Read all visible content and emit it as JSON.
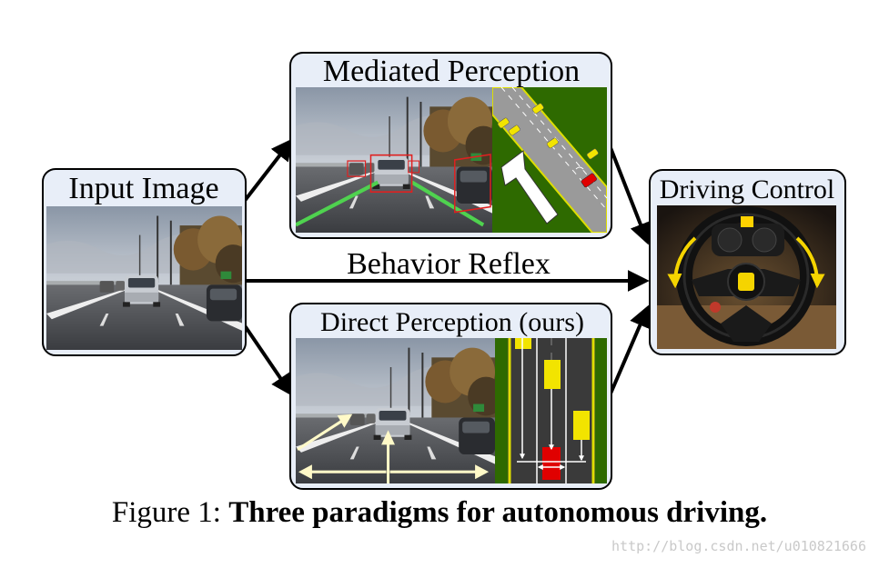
{
  "diagram": {
    "nodes": {
      "input": {
        "title": "Input Image"
      },
      "mediated": {
        "title": "Mediated Perception"
      },
      "direct": {
        "title": "Direct Perception (ours)"
      },
      "control": {
        "title": "Driving Control"
      }
    },
    "edges": {
      "behavior_reflex": {
        "label": "Behavior Reflex"
      }
    }
  },
  "caption": {
    "prefix": "Figure 1: ",
    "bold": "Three paradigms for autonomous driving."
  },
  "watermark": "http://blog.csdn.net/u010821666",
  "colors": {
    "box_fill": "#e8eef8",
    "road_marking_green": "#4fd24f",
    "bbox_red": "#e02020",
    "car_yellow": "#f2e400",
    "ego_red": "#e00000",
    "annotation_arrow": "#fff9c8",
    "wheel_arrow": "#f5d400"
  }
}
